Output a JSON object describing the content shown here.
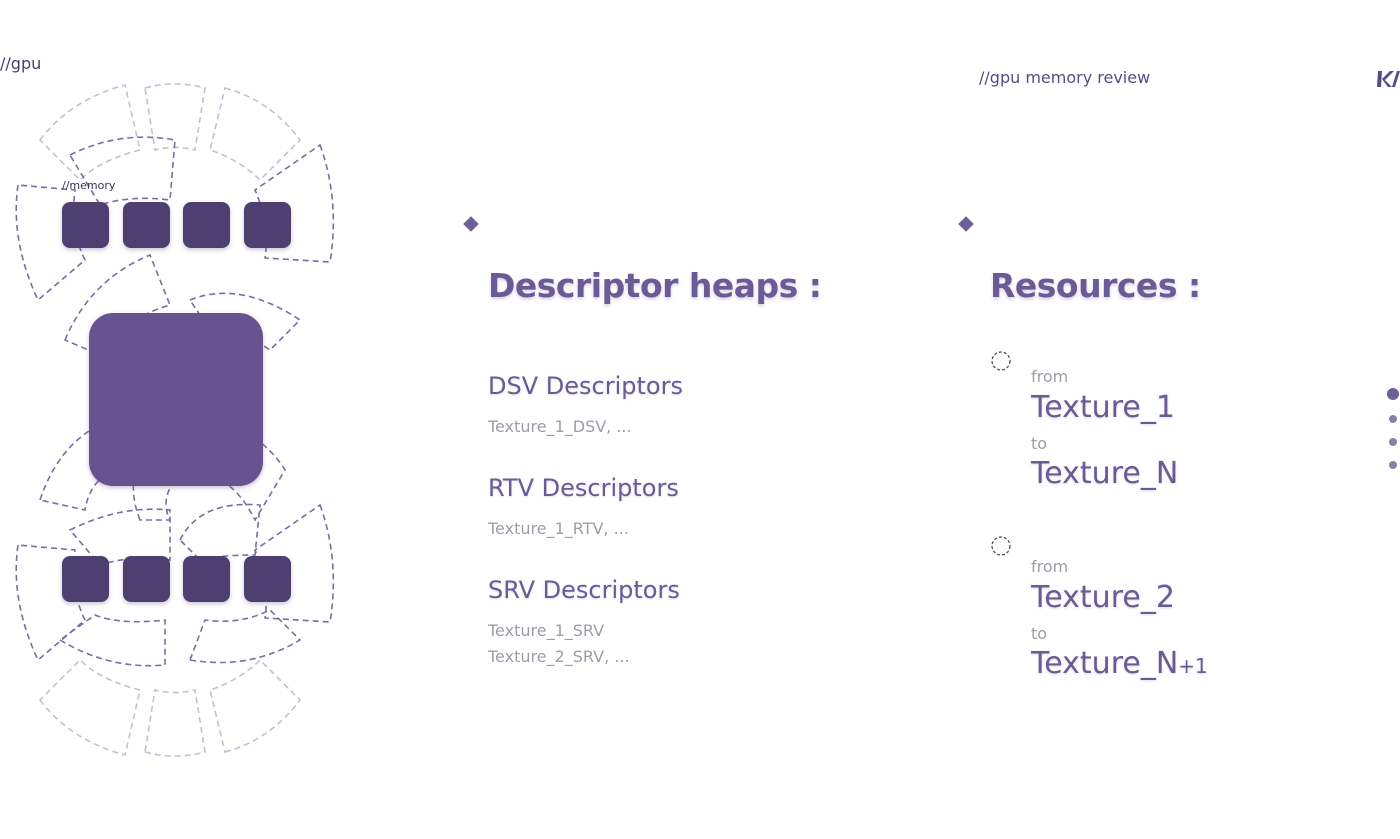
{
  "header": {
    "left_label": "//gpu",
    "center_label": "//gpu memory review",
    "memory_label": "//memory"
  },
  "heaps": {
    "title": "Descriptor heaps :",
    "groups": [
      {
        "title": "DSV Descriptors",
        "items": [
          "Texture_1_DSV, ..."
        ]
      },
      {
        "title": "RTV Descriptors",
        "items": [
          "Texture_1_RTV, ..."
        ]
      },
      {
        "title": "SRV Descriptors",
        "items": [
          "Texture_1_SRV",
          "Texture_2_SRV, ..."
        ]
      }
    ]
  },
  "resources": {
    "title": "Resources :",
    "ranges": [
      {
        "from_label": "from",
        "start": "Texture_1",
        "to_label": "to",
        "end": "Texture_N",
        "end_suffix": ""
      },
      {
        "from_label": "from",
        "start": "Texture_2",
        "to_label": "to",
        "end": "Texture_N",
        "end_suffix": "+1"
      }
    ]
  },
  "colors": {
    "accent": "#6a5a96",
    "chip": "#4d406f",
    "core": "#66528f",
    "line": "#6e5f99"
  },
  "pagination": {
    "total": 4,
    "active": 0
  }
}
